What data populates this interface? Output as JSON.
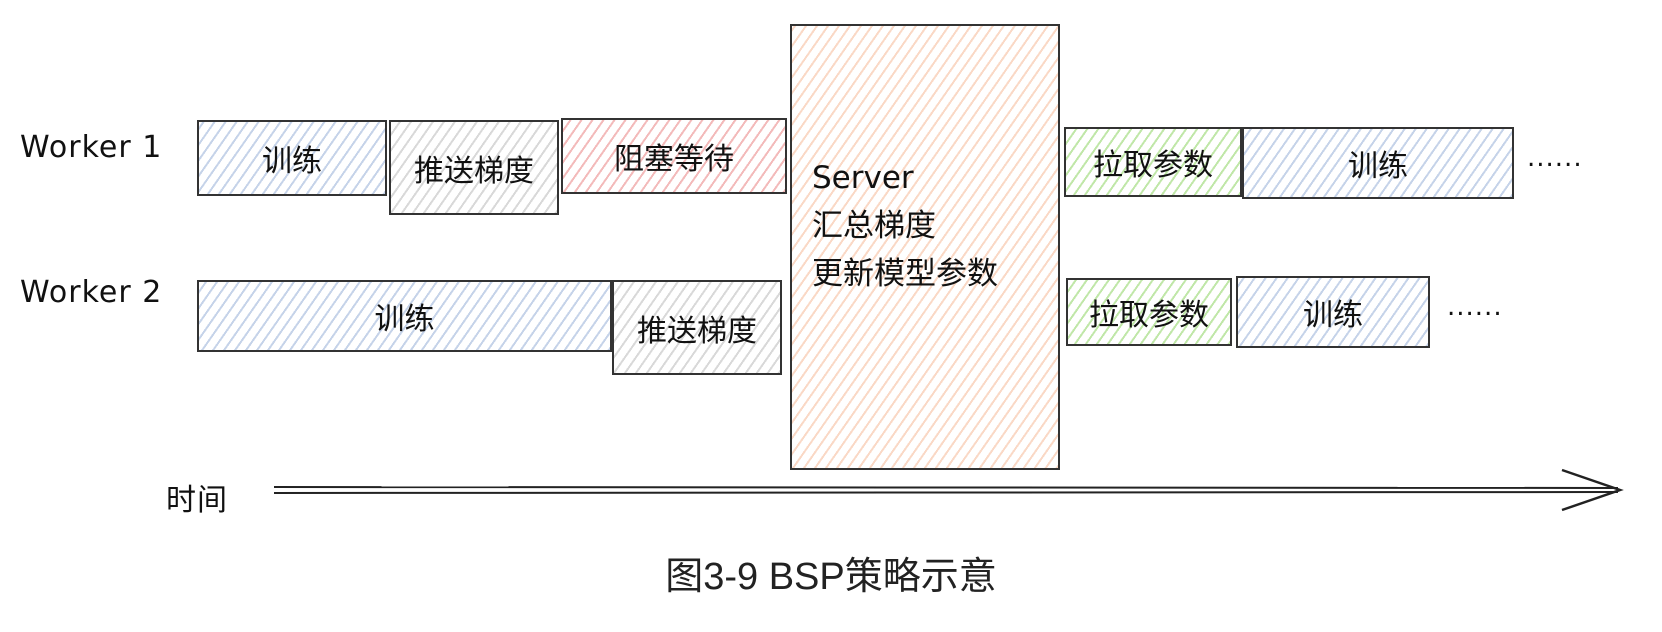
{
  "workers": [
    {
      "label": "Worker 1",
      "segments": [
        "训练",
        "推送梯度",
        "阻塞等待"
      ],
      "after_segments": [
        "拉取参数",
        "训练"
      ],
      "ellipsis": "......"
    },
    {
      "label": "Worker 2",
      "segments": [
        "训练",
        "推送梯度"
      ],
      "after_segments": [
        "拉取参数",
        "训练"
      ],
      "ellipsis": "......"
    }
  ],
  "server": {
    "lines": [
      "Server",
      "汇总梯度",
      "更新模型参数"
    ]
  },
  "time_axis": {
    "label": "时间"
  },
  "caption": "图3-9 BSP策略示意",
  "colors": {
    "train": "#96afd7",
    "push": "#aaaaaa",
    "block": "#eb8c8c",
    "pull": "#96d76e",
    "server": "#f5b996"
  }
}
